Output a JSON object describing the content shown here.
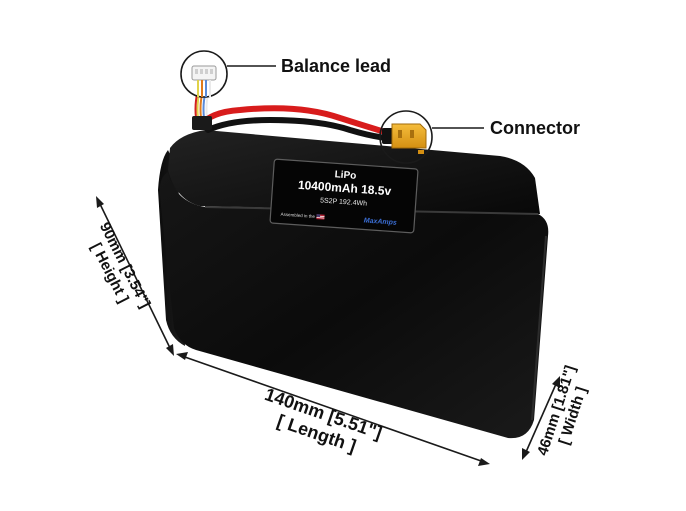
{
  "callouts": {
    "balance_lead": "Balance lead",
    "connector": "Connector"
  },
  "label_sticker": {
    "chemistry": "LiPo",
    "capacity_voltage": "10400mAh 18.5v",
    "config_energy": "5S2P 192.4Wh",
    "assembled": "Assembled in the",
    "logo_text": "MaxAmps"
  },
  "dimensions": {
    "height_value": "90mm [3.54\"]",
    "height_label": "[ Height ]",
    "length_value": "140mm [5.51\"]",
    "length_label": "[ Length ]",
    "width_value": "46mm [1.81\"]",
    "width_label": "[ Width ]"
  },
  "colors": {
    "battery_body": "#0a0a0a",
    "main_wire": "#d81c1c",
    "connector": "#e8a21a"
  }
}
